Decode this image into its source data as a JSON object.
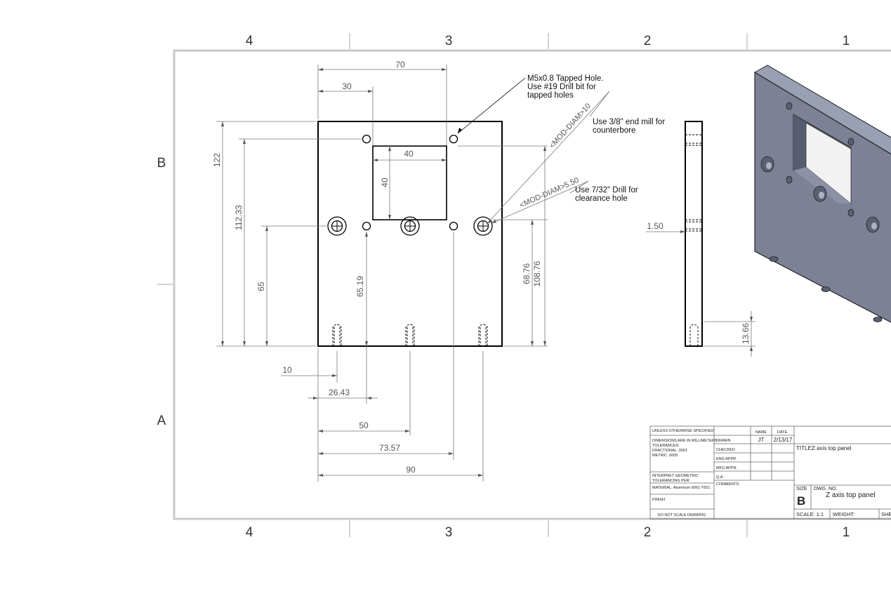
{
  "zones": {
    "cols": [
      "4",
      "3",
      "2",
      "1"
    ],
    "rows": [
      "B",
      "A"
    ]
  },
  "dimensions": {
    "d70": "70",
    "d30": "30",
    "d40w": "40",
    "d40h": "40",
    "d122": "122",
    "d112_33": "112.33",
    "d65": "65",
    "d65_19": "65.19",
    "d68_76": "68.76",
    "d108_76": "108.76",
    "d10": "10",
    "d26_43": "26.43",
    "d50": "50",
    "d73_57": "73.57",
    "d90": "90",
    "d1_50": "1.50",
    "d13_66": "13.66",
    "mod10": "<MOD-DIAM>10",
    "mod5_5": "<MOD-DIAM>5.50"
  },
  "notes": {
    "tapped": [
      "M5x0.8 Tapped Hole.",
      "Use #19 Drill bit for",
      "tapped holes"
    ],
    "counterbore": [
      "Use 3/8\" end mill for",
      "counterbore"
    ],
    "clearance": [
      "Use 7/32\" Drill for",
      "clearance hole"
    ]
  },
  "title_block": {
    "unless": "UNLESS OTHERWISE SPECIFIED:",
    "dims_in": "DIMENSIONS ARE IN MILLIMETERS",
    "tolerances": "TOLERANCES:",
    "fractional": "FRACTIONAL    .0001",
    "metric": "METRIC      .0005",
    "interpret": "INTERPRET GEOMETRIC",
    "tolerancing": "TOLERANCING PER:",
    "material": "MATERIAL: Aluminum 6061-T651",
    "finish": "FINISH",
    "do_not_scale": "DO NOT SCALE DRAWING",
    "name_hdr": "NAME",
    "date_hdr": "DATE",
    "drawn": "DRAWN",
    "checked": "CHECKED",
    "eng_appr": "ENG APPR.",
    "mfg_appr": "MFG APPR.",
    "qa": "Q.A.",
    "comments": "COMMENTS:",
    "drawn_name": "JT",
    "drawn_date": "2/13/17",
    "title_label": "TITLE:",
    "title_value": "Z axis top panel",
    "size_label": "SIZE",
    "size_value": "B",
    "dwg_no_label": "DWG.  NO.",
    "dwg_no_value": "Z axis top panel",
    "scale": "SCALE: 1:1",
    "weight": "WEIGHT:",
    "sheet": "SHEET"
  }
}
